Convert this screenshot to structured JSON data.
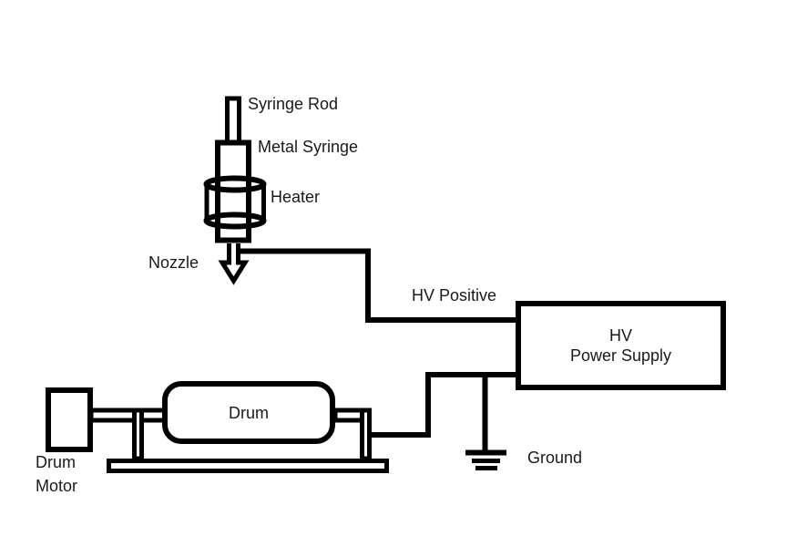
{
  "diagram": {
    "labels": {
      "syringe_rod": "Syringe Rod",
      "metal_syringe": "Metal Syringe",
      "heater": "Heater",
      "nozzle": "Nozzle",
      "hv_positive": "HV Positive",
      "power_supply_line1": "HV",
      "power_supply_line2": "Power Supply",
      "drum": "Drum",
      "drum_motor_line1": "Drum",
      "drum_motor_line2": "Motor",
      "ground": "Ground"
    },
    "colors": {
      "line": "#000000",
      "text": "#1a1a1a",
      "background": "#ffffff"
    }
  }
}
